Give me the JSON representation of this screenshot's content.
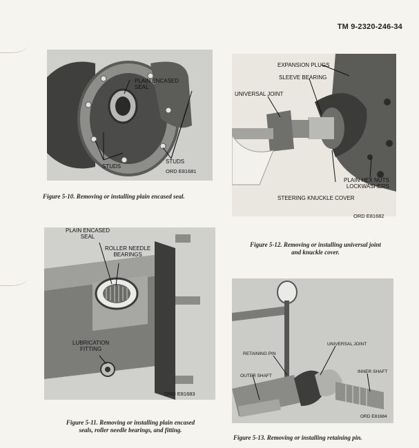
{
  "header": {
    "doc_number": "TM 9-2320-246-34"
  },
  "fig10": {
    "labels": {
      "seal": "PLAIN ENCASED\nSEAL",
      "studs_left": "STUDS",
      "studs_right": "STUDS",
      "ord": "ORD E81681"
    },
    "caption": "Figure 5-10. Removing or installing plain encased seal."
  },
  "fig11": {
    "labels": {
      "seal": "PLAIN ENCASED\nSEAL",
      "bearings": "ROLLER NEEDLE\nBEARINGS",
      "fitting": "LUBRICATION\nFITTING",
      "ord": "ORD E81683"
    },
    "caption": "Figure 5-11. Removing or installing plain encased\nseals, roller needle bearings, and fitting."
  },
  "fig12": {
    "labels": {
      "plugs": "EXPANSION PLUGS",
      "sleeve": "SLEEVE BEARING",
      "joint": "UNIVERSAL JOINT",
      "nuts": "PLAIN HEX NUTS\nLOCKWASHERS",
      "cover": "STEERING KNUCKLE COVER",
      "ord": "ORD E81682"
    },
    "caption": "Figure 5-12. Removing or installing universal joint\nand knuckle cover."
  },
  "fig13": {
    "labels": {
      "joint": "UNIVERSAL JOINT",
      "pin": "RETAINING PIN",
      "outer": "OUTER SHAFT",
      "inner": "INNER SHAFT",
      "ord": "ORD E81684"
    },
    "caption": "Figure 5-13. Removing or installing retaining pin."
  },
  "colors": {
    "paper": "#f6f4ee",
    "photo_bg": "#c9c9c7",
    "metal_dark": "#4a4a48",
    "metal_light": "#a9a9a6"
  }
}
